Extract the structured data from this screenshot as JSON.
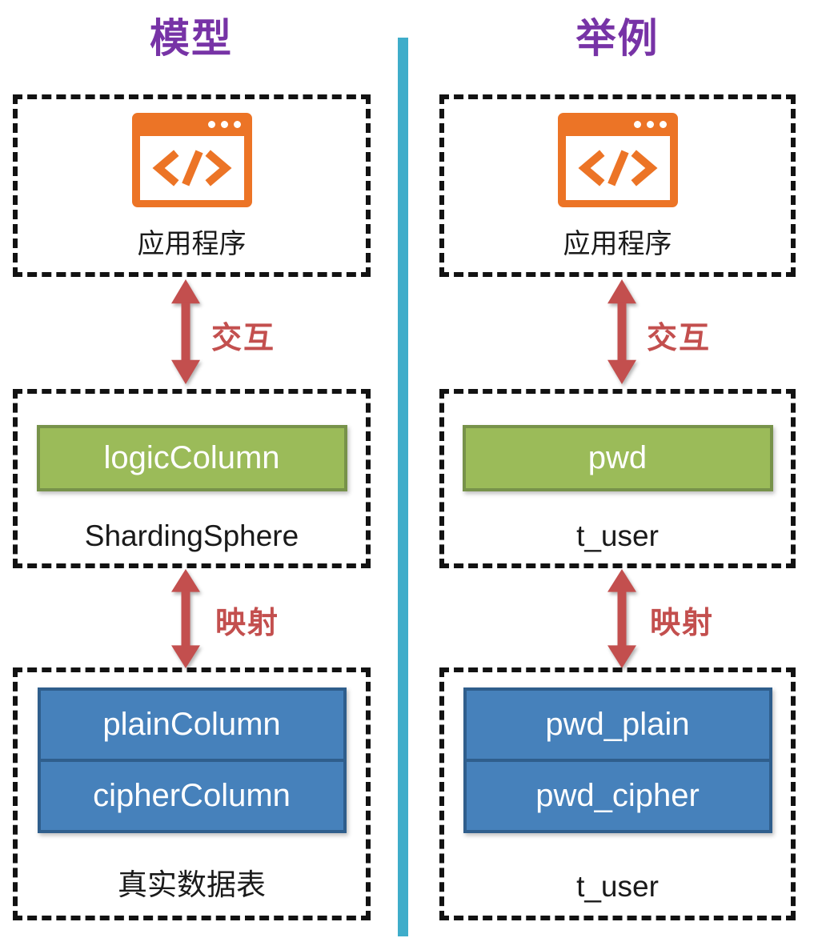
{
  "colors": {
    "purple": "#7733A6",
    "orange": "#EC7426",
    "green": "#9BBB59",
    "green_border": "#77924A",
    "blue": "#4681BB",
    "blue_border": "#2F5E8C",
    "red": "#C34F4E",
    "teal": "#3FADCA",
    "dash": "#121212",
    "text": "#1A1A1A"
  },
  "icons": {
    "application": "code-window-icon",
    "code_glyph": "</>"
  },
  "columns": {
    "left": {
      "title": "模型",
      "app_label": "应用程序",
      "interact_arrow_label": "交互",
      "logic_item": "logicColumn",
      "logic_caption": "ShardingSphere",
      "map_arrow_label": "映射",
      "table_items": [
        "plainColumn",
        "cipherColumn"
      ],
      "table_caption": "真实数据表"
    },
    "right": {
      "title": "举例",
      "app_label": "应用程序",
      "interact_arrow_label": "交互",
      "logic_item": "pwd",
      "logic_caption": "t_user",
      "map_arrow_label": "映射",
      "table_items": [
        "pwd_plain",
        "pwd_cipher"
      ],
      "table_caption": "t_user"
    }
  }
}
